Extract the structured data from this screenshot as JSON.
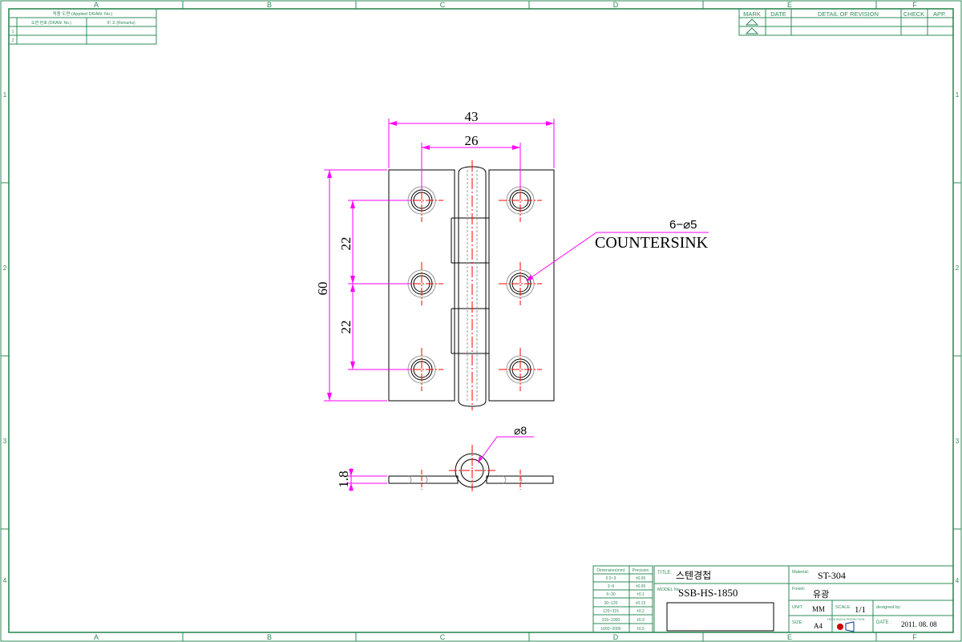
{
  "frame": {
    "col_labels": [
      "A",
      "B",
      "C",
      "D",
      "E",
      "F"
    ],
    "row_labels": [
      "1",
      "2",
      "3",
      "4"
    ]
  },
  "applied_table": {
    "title": "적용 도면 (Applied DRAW. No.)",
    "col_drawno": "도면 번호 (DRAW. No.)",
    "col_remarks": "비 고 (Remarks)",
    "rows": [
      "1",
      "2"
    ]
  },
  "revision_table": {
    "headers": [
      "MARK",
      "DATE",
      "DETAIL OF REVISION",
      "CHECK",
      "APP."
    ]
  },
  "dimensions": {
    "width_total": "43",
    "hole_spacing_h": "26",
    "height_total": "60",
    "hole_pitch_1": "22",
    "hole_pitch_2": "22",
    "hole_note_count": "6−⌀5",
    "hole_note_type": "COUNTERSINK",
    "pin_diameter": "⌀8",
    "thickness": "1.8"
  },
  "tolerance_table": {
    "header_dim": "Dimension(mm)",
    "header_prec": "Precision",
    "rows": [
      [
        "0.5~3",
        "±0.05"
      ],
      [
        "3~6",
        "±0.05"
      ],
      [
        "6~30",
        "±0.1"
      ],
      [
        "30~120",
        "±0.15"
      ],
      [
        "120~315",
        "±0.2"
      ],
      [
        "315~1000",
        "±0.3"
      ],
      [
        "1000~2000",
        "±0.5"
      ]
    ]
  },
  "title_block": {
    "title_label": "TITLE:",
    "title_value": "스텐경첩",
    "model_label": "MODEL No.",
    "model_value": "SSB-HS-1850",
    "material_label": "Material:",
    "material_value": "ST-304",
    "finish_label": "Finish:",
    "finish_value": "유광",
    "unit_label": "UNIT:",
    "unit_value": "MM",
    "scale_label": "SCALE:",
    "scale_value": "1/1",
    "designed_label": "designed by:",
    "size_label": "SIZE:",
    "size_value": "A4",
    "projection_label": "THIRD ANGLE PROJECTION",
    "date_label": "DATE :",
    "date_value": "2011. 08. 08"
  },
  "colors": {
    "frame": "#2e8b57",
    "dimension": "#ff00ff",
    "centerline": "#ff0000",
    "outline": "#000000",
    "countersink": "#999999"
  }
}
